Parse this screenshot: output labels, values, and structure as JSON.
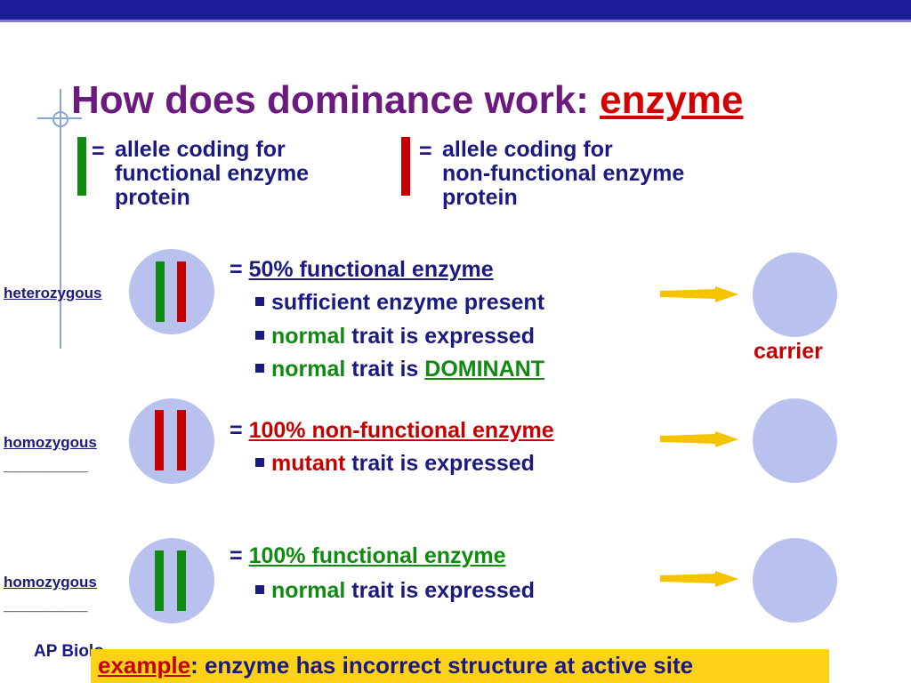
{
  "title": {
    "main": "How does dominance work: ",
    "accent": "enzyme"
  },
  "legend": [
    {
      "symbol_color": "#118a11",
      "eq": "=",
      "lines": [
        "allele coding for",
        "functional enzyme",
        "protein"
      ]
    },
    {
      "symbol_color": "#c40000",
      "eq": "=",
      "lines": [
        "allele coding for",
        "non-functional enzyme",
        "protein"
      ]
    }
  ],
  "rows": [
    {
      "label": "heterozygous",
      "alleles": [
        "#118a11",
        "#c40000"
      ],
      "eq": "=",
      "headline": "50% functional enzyme",
      "bullets": [
        {
          "parts": [
            {
              "text": "sufficient enzyme present",
              "style": "plain"
            }
          ]
        },
        {
          "parts": [
            {
              "text": "normal",
              "style": "green"
            },
            {
              "text": " trait is expressed",
              "style": "plain"
            }
          ]
        },
        {
          "parts": [
            {
              "text": "normal",
              "style": "green"
            },
            {
              "text": " trait is ",
              "style": "plain"
            },
            {
              "text": "DOMINANT",
              "style": "green-under"
            }
          ]
        }
      ],
      "result_label": "carrier"
    },
    {
      "label": "homozygous",
      "blank": "__________",
      "alleles": [
        "#c40000",
        "#c40000"
      ],
      "eq": "=",
      "headline": "100% non-functional enzyme",
      "bullets": [
        {
          "parts": [
            {
              "text": "mutant",
              "style": "red"
            },
            {
              "text": " trait is expressed",
              "style": "plain"
            }
          ]
        }
      ]
    },
    {
      "label": "homozygous",
      "blank": "__________",
      "alleles": [
        "#118a11",
        "#118a11"
      ],
      "eq": "=",
      "headline": "100% functional enzyme",
      "bullets": [
        {
          "parts": [
            {
              "text": "normal",
              "style": "green"
            },
            {
              "text": " trait is expressed",
              "style": "plain"
            }
          ]
        }
      ]
    }
  ],
  "footer": {
    "course": "AP Biology",
    "example_label": "example",
    "example_text": ": enzyme has incorrect structure at active site"
  },
  "colors": {
    "green": "#118a11",
    "red": "#c40000",
    "navy": "#1a1a80",
    "purple": "#6b1a7d",
    "circle": "#b9c2ee",
    "arrow": "#f5c400",
    "highlight": "#ffd21a"
  }
}
